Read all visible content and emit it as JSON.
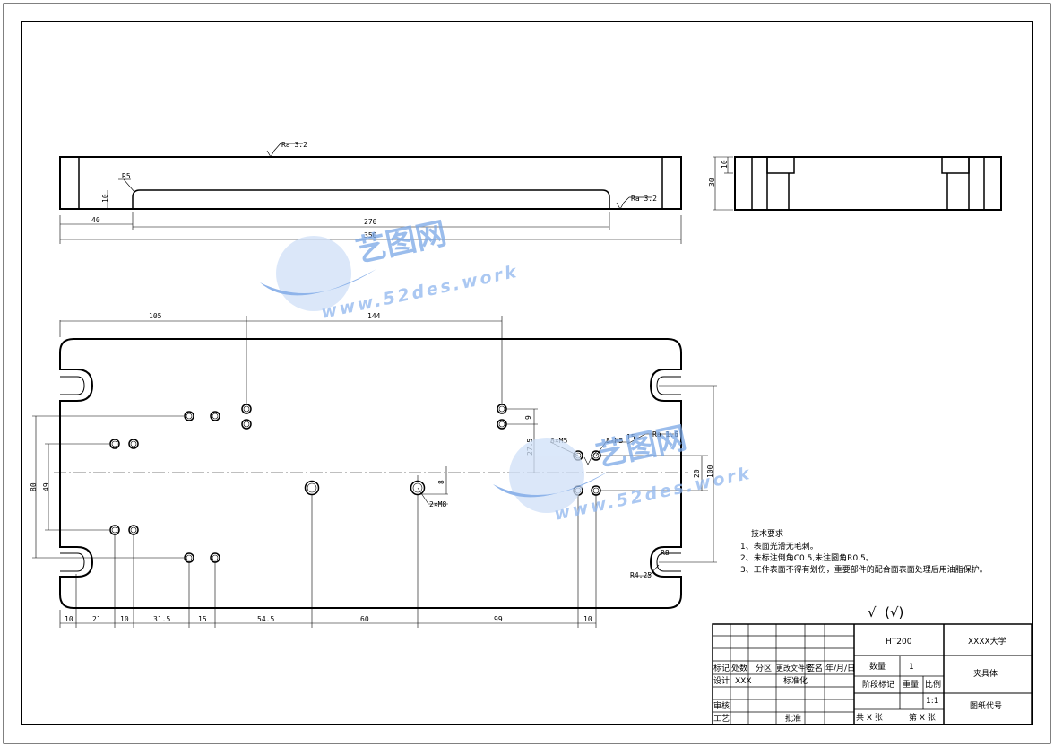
{
  "front_view": {
    "surface_mark_top": "Ra 3.2",
    "surface_mark_right": "Ra 3.2",
    "radius": "R5",
    "slot_depth": "10",
    "dim_40": "40",
    "dim_270": "270",
    "dim_350": "350"
  },
  "side_view": {
    "dim_10": "10",
    "dim_30": "30"
  },
  "top_view": {
    "dim_105": "105",
    "dim_144": "144",
    "dim_9": "9",
    "dim_27_5": "27.5",
    "dim_20": "20",
    "dim_100": "100",
    "dim_80": "80",
    "dim_49": "49",
    "dim_8": "8",
    "thread_m5": "8×M5",
    "thread_m5_2": "8-M5",
    "depth_15": "15",
    "ra_16": "Ra 1.6",
    "thread_m8": "2×M8",
    "radius_r425": "R4.25",
    "radius_r8": "R8",
    "bottom_dims": [
      "10",
      "21",
      "10",
      "31.5",
      "15",
      "54.5",
      "60",
      "99",
      "10"
    ]
  },
  "tech_notes": {
    "title": "技术要求",
    "items": [
      "1、表面光滑无毛刺。",
      "2、未标注倒角C0.5,未注圆角R0.5。",
      "3、工件表面不得有划伤，重要部件的配合面表面处理后用油脂保护。"
    ]
  },
  "roughness_symbol": "√  (√)",
  "title_block": {
    "material": "HT200",
    "school": "XXXX大学",
    "part_name": "夹具体",
    "drawing_no": "图纸代号",
    "qty_label": "数量",
    "qty_value": "1",
    "stage_label": "阶段标记",
    "weight_label": "重量",
    "scale_label": "比例",
    "scale_value": "1:1",
    "mark": "标记",
    "count": "处数",
    "zone": "分区",
    "change_doc": "更改文件号",
    "sign": "签名",
    "date": "年/月/日",
    "design": "设计",
    "designer": "XXX",
    "standardize": "标准化",
    "review": "审核",
    "process": "工艺",
    "approve": "批准",
    "total_sheets": "共 X 张",
    "sheet_no": "第 X 张"
  },
  "watermark": {
    "brand": "艺图网",
    "url": "www.52des.work"
  }
}
